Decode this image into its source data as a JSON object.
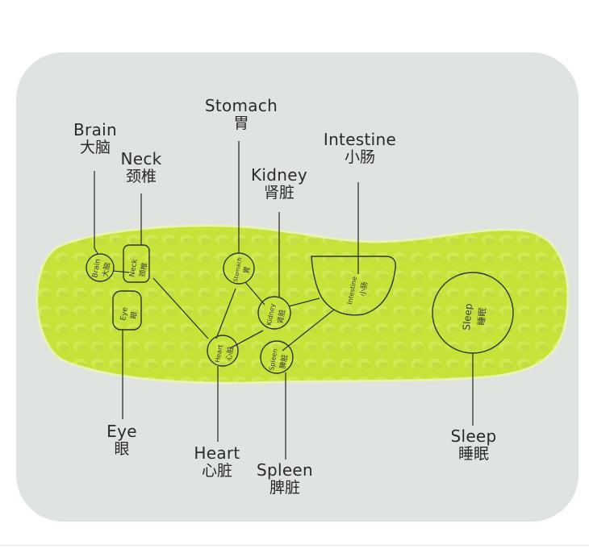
{
  "labels": {
    "brain": {
      "en": "Brain",
      "zh": "大脑"
    },
    "neck": {
      "en": "Neck",
      "zh": "颈椎"
    },
    "stomach": {
      "en": "Stomach",
      "zh": "胃"
    },
    "kidney": {
      "en": "Kidney",
      "zh": "肾脏"
    },
    "intestine": {
      "en": "Intestine",
      "zh": "小肠"
    },
    "eye": {
      "en": "Eye",
      "zh": "眼"
    },
    "heart": {
      "en": "Heart",
      "zh": "心脏"
    },
    "spleen": {
      "en": "Spleen",
      "zh": "脾脏"
    },
    "sleep": {
      "en": "Sleep",
      "zh": "睡眠"
    }
  },
  "colors": {
    "panel": "#dfe4e1",
    "insole": "#c6e33a",
    "insole_edge": "#e8f3b5",
    "line": "#333333"
  }
}
